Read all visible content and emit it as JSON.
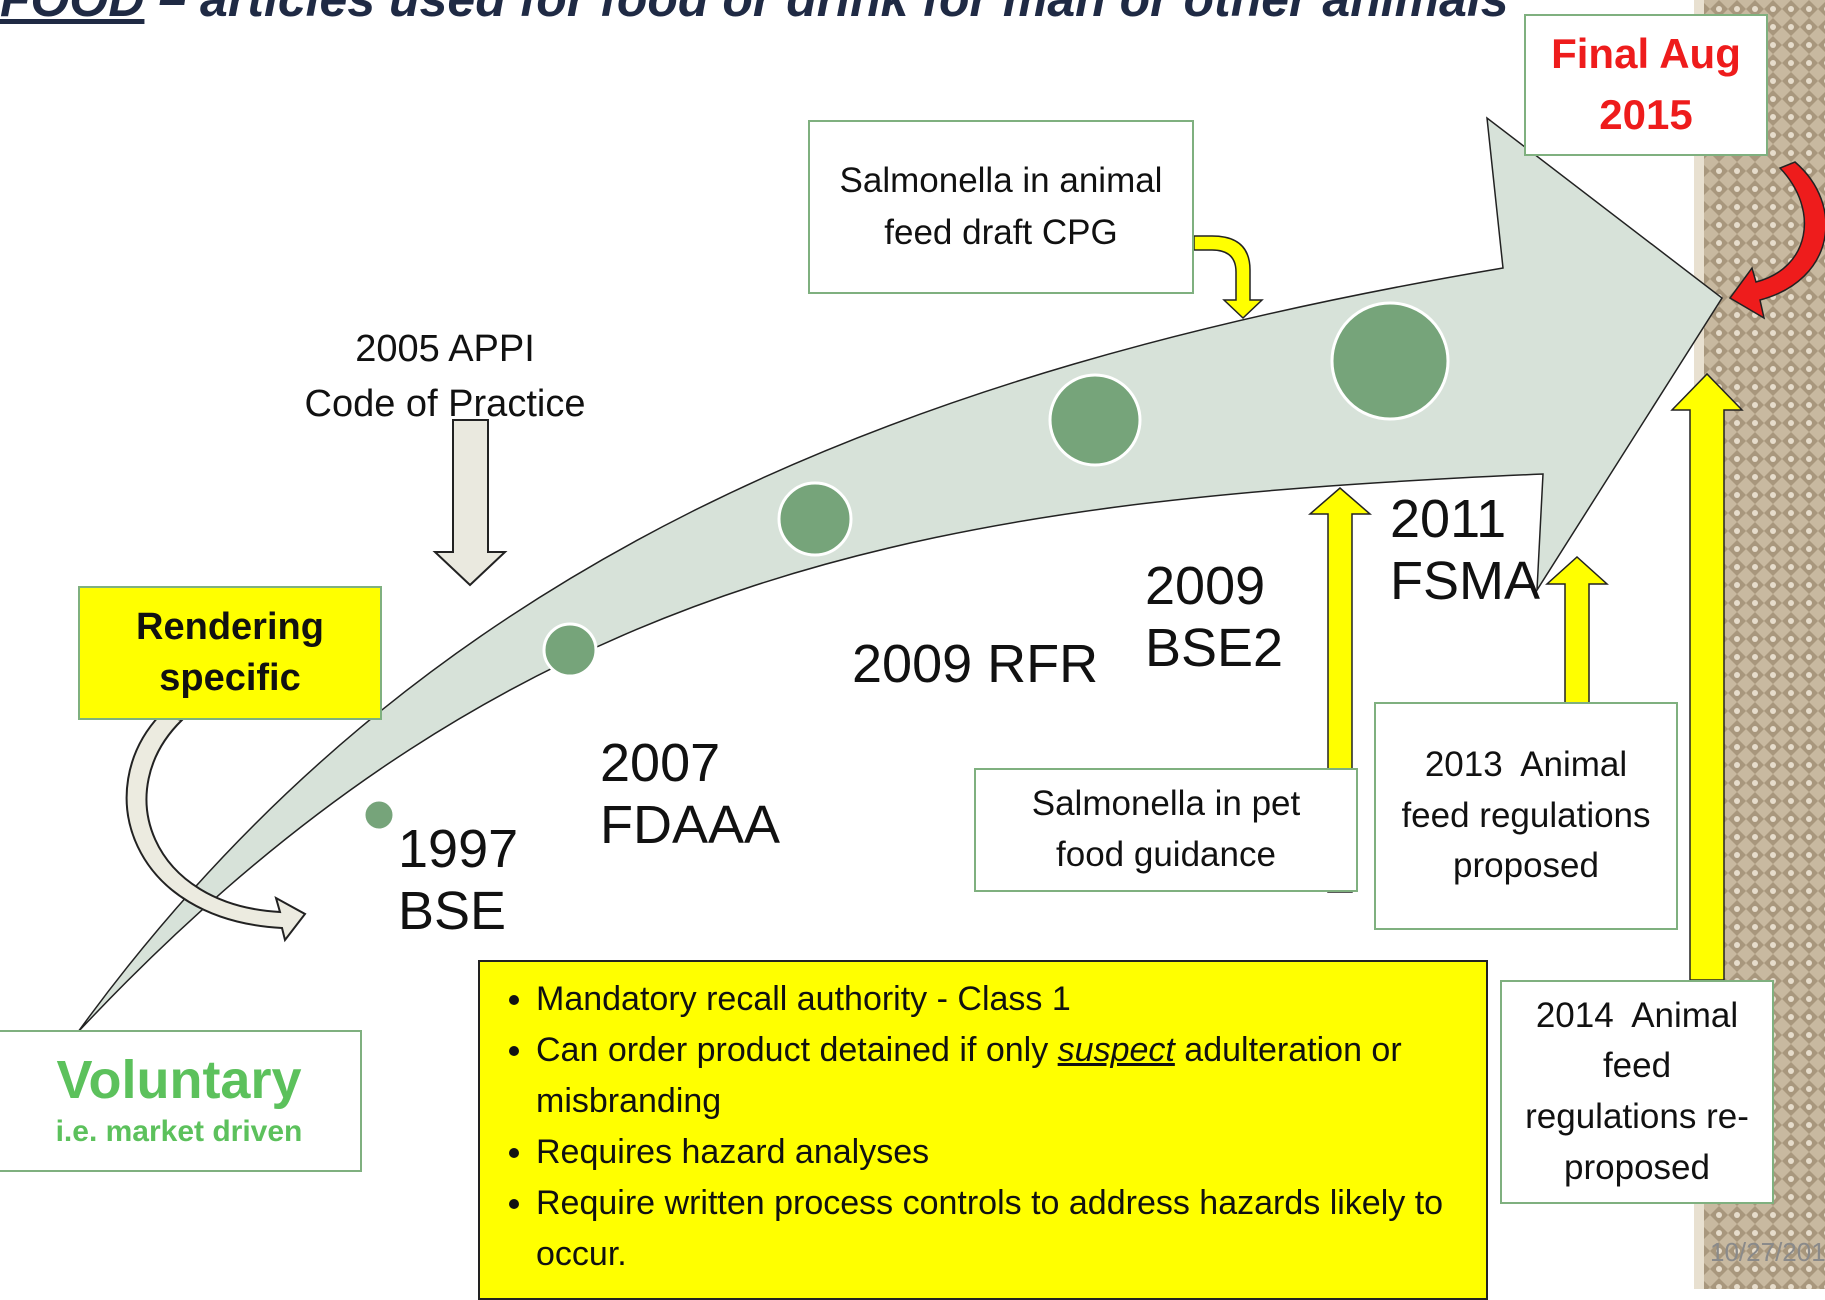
{
  "header": {
    "label": "FOOD",
    "rest": " – articles used for food or drink for man or other animals"
  },
  "final": {
    "line1": "Final Aug",
    "line2": "2015"
  },
  "boxes": {
    "salmonella_feed": "Salmonella in animal feed draft CPG",
    "rendering": "Rendering specific",
    "salmonella_pet": "Salmonella in pet food guidance",
    "animal_feed_2013": "2013  Animal feed regulations proposed",
    "animal_feed_2014": "2014  Animal feed regulations re-proposed",
    "voluntary": "Voluntary",
    "voluntary_sub": "i.e. market driven"
  },
  "labels": {
    "appi_1": "2005 APPI",
    "appi_2": "Code of Practice",
    "bse1997_1": "1997",
    "bse1997_2": "BSE",
    "fdaaa_1": "2007",
    "fdaaa_2": "FDAAA",
    "rfr": "2009 RFR",
    "bse2_1": "2009",
    "bse2_2": "BSE2",
    "fsma_1": "2011",
    "fsma_2": "FSMA"
  },
  "bullets": {
    "b1": "Mandatory recall authority - Class 1",
    "b2_pre": "Can order product detained if only ",
    "b2_em": "suspect",
    "b2_post": " adulteration or misbranding",
    "b3": "Requires hazard analyses",
    "b4": "Require written process controls to address hazards likely to occur."
  },
  "footer": {
    "date": "10/27/201"
  },
  "colors": {
    "arrow_fill": "#d7e2d9",
    "dot": "#76a47a",
    "yellow": "#ffff00",
    "green_text": "#5cc15c",
    "red_text": "#ee1c1c"
  }
}
